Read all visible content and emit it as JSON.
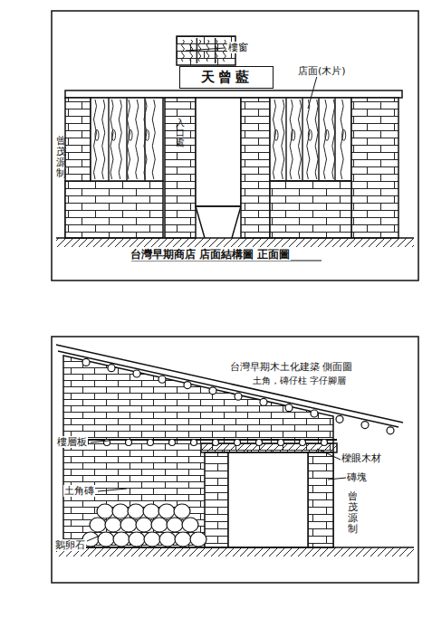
{
  "diagram": {
    "nodes": [
      {
        "text": [
          "天曾藍"
        ]
      }
    ],
    "edges": [],
    "labels": [
      "樓窗",
      "店面(木片)",
      "入口處",
      "曾茂源制",
      "台灣早期商店 店面結構圖 正面圖",
      "台灣早期木土化建築 側面圖",
      "土角，磚仔柱 字仔腳層",
      "樓層板",
      "土角磚",
      "鵝卵石",
      "樑眼木材",
      "磚塊",
      "曾茂源制"
    ]
  }
}
